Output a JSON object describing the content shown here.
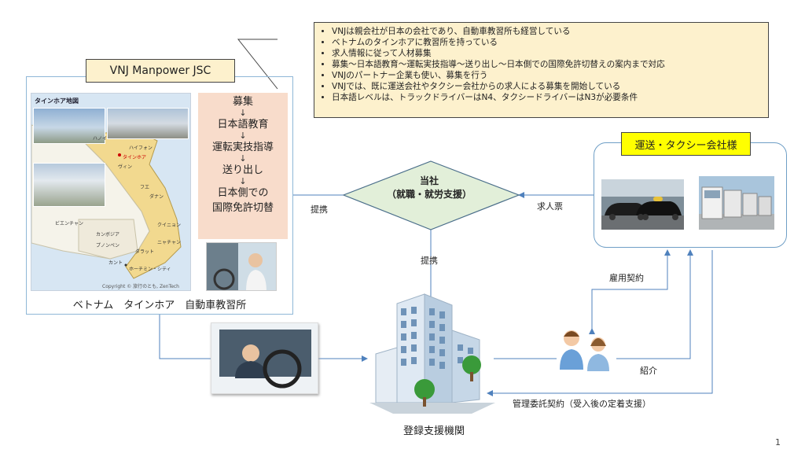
{
  "callout": {
    "bullets": [
      "VNJは親会社が日本の会社であり、自動車教習所も経営している",
      "ベトナムのタインホアに教習所を持っている",
      "求人情報に従って人材募集",
      "募集～日本語教育～運転実技指導～送り出し～日本側での国際免許切替えの案内まで対応",
      "VNJのパートナー企業も使い、募集を行う",
      "VNJでは、既に運送会社やタクシー会社からの求人による募集を開始している",
      "日本語レベルは、トラックドライバーはN4、タクシードライバーはN3が必要条件"
    ]
  },
  "vnj": {
    "title": "VNJ Manpower JSC",
    "map_title": "タインホア地図",
    "map_copyright": "Copyright © 旅行のとも, ZenTech",
    "cities": [
      "ハノイ",
      "ハイフォン",
      "タインホア",
      "ヴィン",
      "フエ",
      "ダナン",
      "ビエンチャン",
      "クイニョン",
      "ニャチャン",
      "カンボジア",
      "プノンペン",
      "ダラット",
      "カント",
      "ホーチミン・シティ"
    ],
    "flow_steps": [
      "募集",
      "日本語教育",
      "運転実技指導",
      "送り出し",
      "日本側での",
      "国際免許切替"
    ],
    "flow_arrow": "↓",
    "caption": "ベトナム　タインホア　自動車教習所"
  },
  "center": {
    "title": "当社",
    "subtitle": "（就職・就労支援）"
  },
  "labels": {
    "teikei_left": "提携",
    "teikei_bottom": "提携",
    "kyujinhyo": "求人票",
    "koyo_keiyaku": "雇用契約",
    "shokai": "紹介",
    "kanri_itaku": "管理委託契約（受入後の定着支援）"
  },
  "transport": {
    "title": "運送・タクシー会社様"
  },
  "org": {
    "label": "登録支援機関"
  },
  "page": {
    "number": "1"
  },
  "colors": {
    "diamond_fill": "#e2efd9",
    "diamond_stroke": "#4a6e8a",
    "callout_fill": "#fdf1cd",
    "flow_fill": "#f8dccb",
    "transport_title_fill": "#ffff00",
    "line": "#4f81bd"
  }
}
